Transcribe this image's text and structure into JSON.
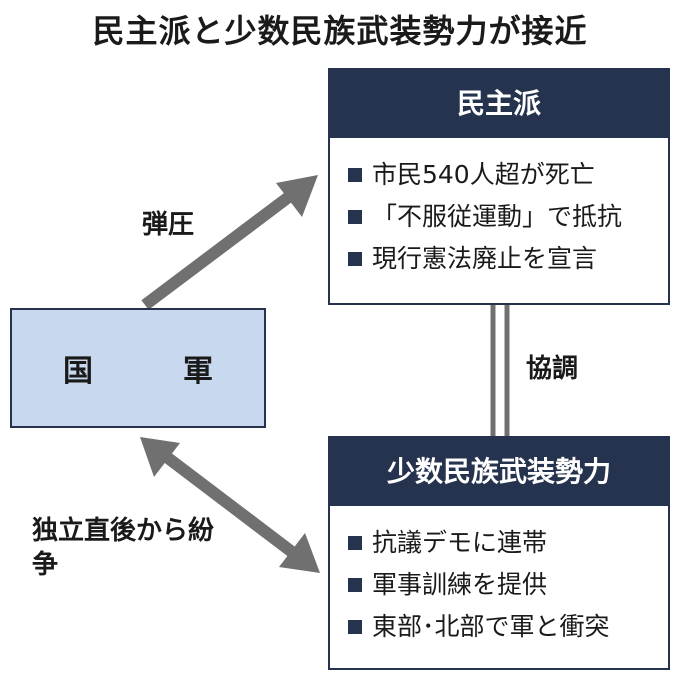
{
  "title": "民主派と少数民族武装勢力が接近",
  "army": {
    "label": "国　軍"
  },
  "democrats": {
    "title": "民主派",
    "items": [
      "市民540人超が死亡",
      "「不服従運動」で抵抗",
      "現行憲法廃止を宣言"
    ]
  },
  "ethnic": {
    "title": "少数民族武装勢力",
    "items": [
      "抗議デモに連帯",
      "軍事訓練を提供",
      "東部･北部で軍と衝突"
    ]
  },
  "relations": {
    "crackdown": "弾圧",
    "cooperation": "協調",
    "conflict": "独立直後から紛争"
  },
  "colors": {
    "navy": "#26334f",
    "army_fill": "#c8d8ee",
    "arrow": "#707070"
  }
}
